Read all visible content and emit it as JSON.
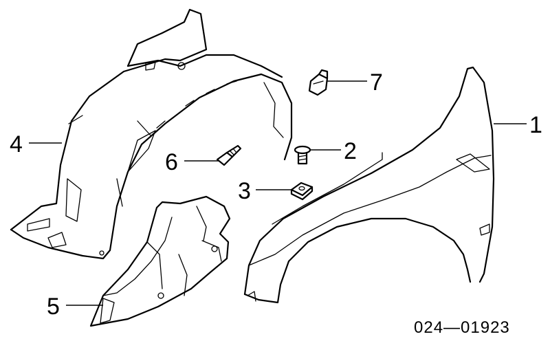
{
  "diagram": {
    "callouts": [
      {
        "id": "1",
        "label": "1"
      },
      {
        "id": "2",
        "label": "2"
      },
      {
        "id": "3",
        "label": "3"
      },
      {
        "id": "4",
        "label": "4"
      },
      {
        "id": "5",
        "label": "5"
      },
      {
        "id": "6",
        "label": "6"
      },
      {
        "id": "7",
        "label": "7"
      }
    ],
    "reference_code": "024—01923"
  }
}
